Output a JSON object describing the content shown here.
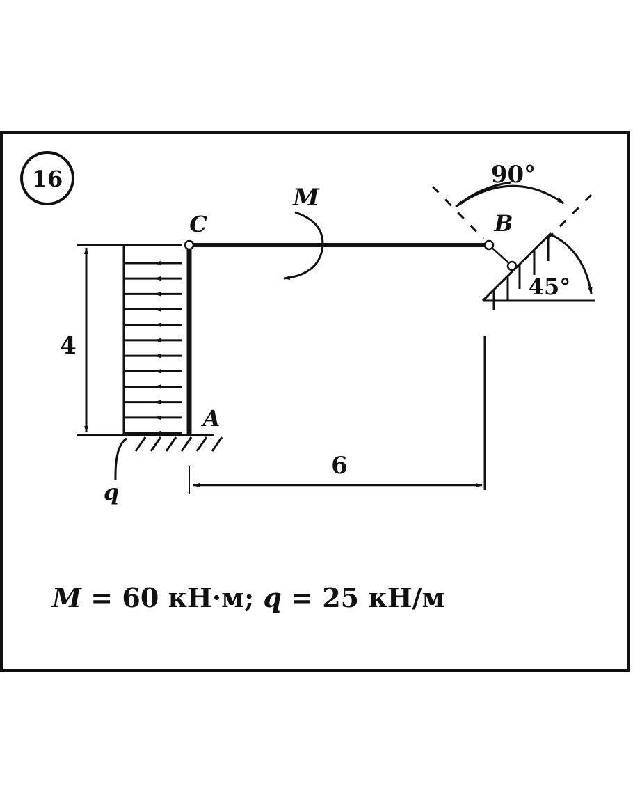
{
  "problem_number": "16",
  "labels": {
    "point_c": "C",
    "point_a": "A",
    "point_b": "B",
    "moment": "M",
    "load": "q",
    "height_dim": "4",
    "span_dim": "6",
    "angle_top": "90°",
    "angle_incline": "45°"
  },
  "given": {
    "m_sym": "M",
    "m_val": " = 60 кН·м; ",
    "q_sym": "q",
    "q_val": " = 25 кН/м"
  },
  "load_arrow_count": 12
}
